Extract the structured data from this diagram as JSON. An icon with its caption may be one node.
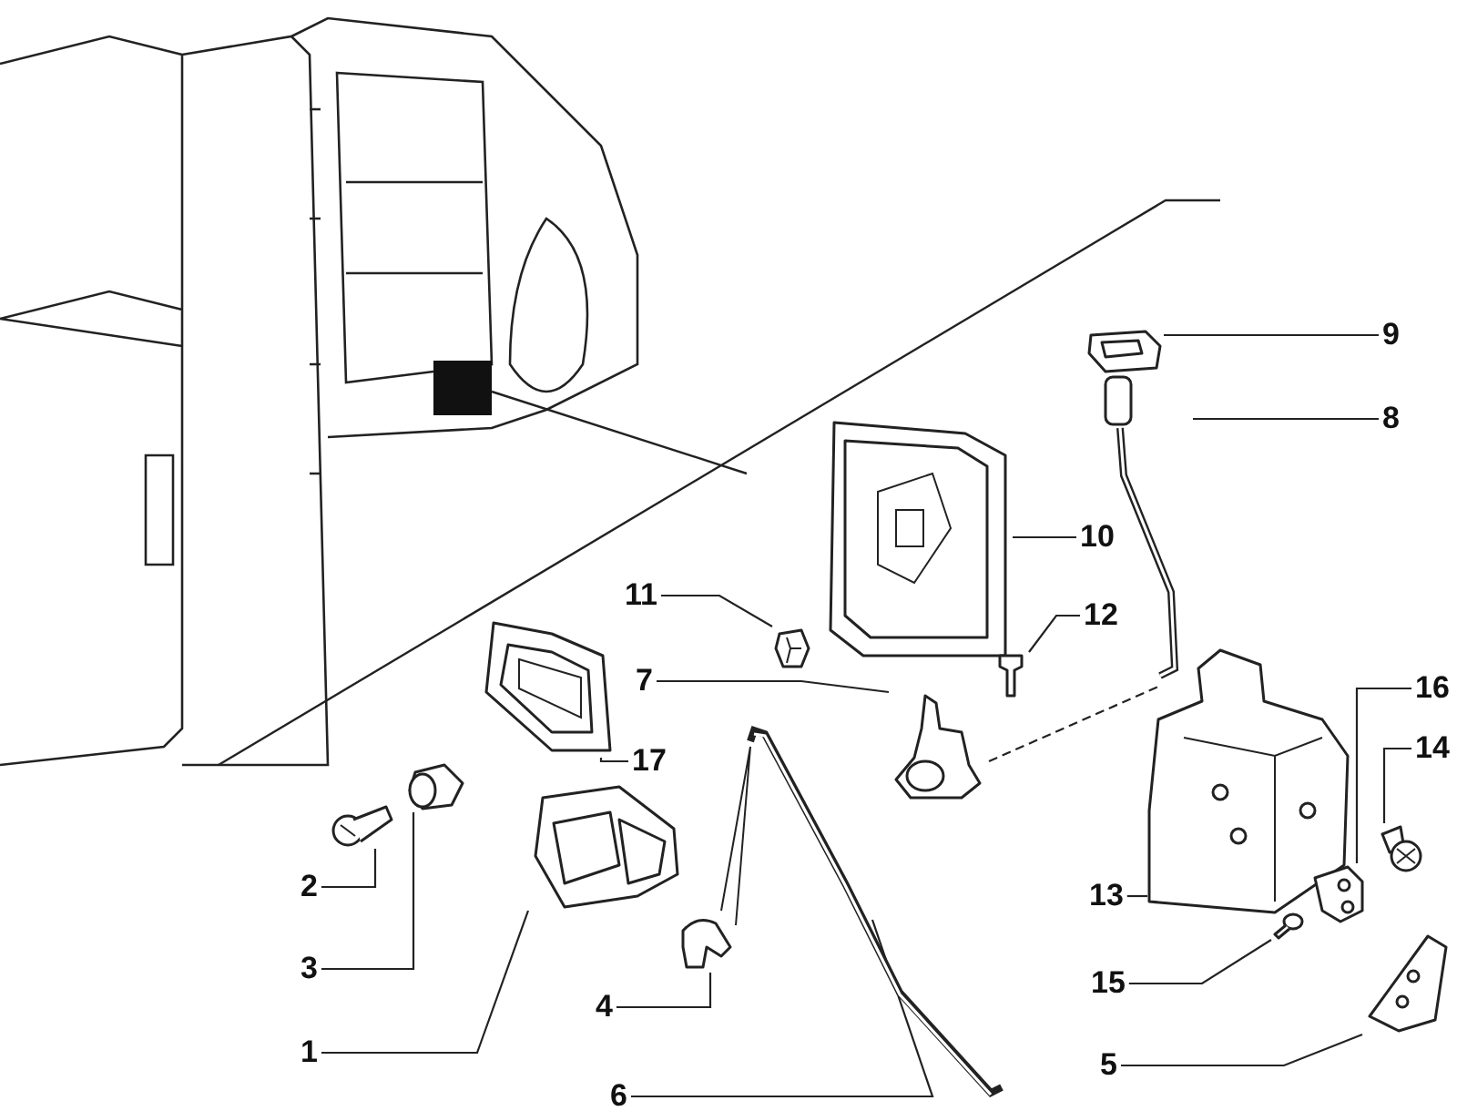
{
  "diagram": {
    "nodes": [
      {
        "text": [
          "1"
        ]
      },
      {
        "text": [
          "2"
        ]
      },
      {
        "text": [
          "3"
        ]
      },
      {
        "text": [
          "4"
        ]
      },
      {
        "text": [
          "5"
        ]
      },
      {
        "text": [
          "6"
        ]
      },
      {
        "text": [
          "7"
        ]
      },
      {
        "text": [
          "8"
        ]
      },
      {
        "text": [
          "9"
        ]
      },
      {
        "text": [
          "10"
        ]
      },
      {
        "text": [
          "11"
        ]
      },
      {
        "text": [
          "12"
        ]
      },
      {
        "text": [
          "13"
        ]
      },
      {
        "text": [
          "14"
        ]
      },
      {
        "text": [
          "15"
        ]
      },
      {
        "text": [
          "16"
        ]
      },
      {
        "text": [
          "17"
        ]
      },
      {
        "text": [],
        "shape": "picture"
      },
      {
        "text": [],
        "shape": "picture"
      },
      {
        "text": [],
        "shape": "picture"
      },
      {
        "text": [],
        "shape": "picture"
      },
      {
        "text": [],
        "shape": "picture"
      },
      {
        "text": [],
        "shape": "picture"
      },
      {
        "text": [],
        "shape": "picture"
      },
      {
        "text": [],
        "shape": "picture"
      },
      {
        "text": [],
        "shape": "picture"
      },
      {
        "text": [],
        "shape": "picture"
      },
      {
        "text": [],
        "shape": "picture"
      },
      {
        "text": [],
        "shape": "picture"
      },
      {
        "text": [],
        "shape": "picture"
      },
      {
        "text": [],
        "shape": "picture"
      },
      {
        "text": [],
        "shape": "picture"
      },
      {
        "text": [],
        "shape": "picture"
      },
      {
        "text": [],
        "shape": "picture"
      }
    ],
    "edges": [
      {
        "from": 0,
        "to": 17,
        "arrow": "none"
      },
      {
        "from": 1,
        "to": 18,
        "arrow": "none"
      },
      {
        "from": 2,
        "to": 19,
        "arrow": "none"
      },
      {
        "from": 3,
        "to": 20,
        "arrow": "none"
      },
      {
        "from": 4,
        "to": 21,
        "arrow": "none"
      },
      {
        "from": 5,
        "to": 22,
        "arrow": "none"
      },
      {
        "from": 6,
        "to": 23,
        "arrow": "none"
      },
      {
        "from": 7,
        "to": 24,
        "arrow": "none"
      },
      {
        "from": 8,
        "to": 25,
        "arrow": "none"
      },
      {
        "from": 9,
        "to": 26,
        "arrow": "none"
      },
      {
        "from": 10,
        "to": 27,
        "arrow": "none"
      },
      {
        "from": 11,
        "to": 28,
        "arrow": "none"
      },
      {
        "from": 12,
        "to": 29,
        "arrow": "none"
      },
      {
        "from": 13,
        "to": 30,
        "arrow": "none"
      },
      {
        "from": 14,
        "to": 31,
        "arrow": "none"
      },
      {
        "from": 15,
        "to": 32,
        "arrow": "none"
      },
      {
        "from": 16,
        "to": 33,
        "arrow": "none"
      },
      {
        "from": 23,
        "to": 24,
        "arrow": "none",
        "style": "dashed"
      }
    ]
  }
}
